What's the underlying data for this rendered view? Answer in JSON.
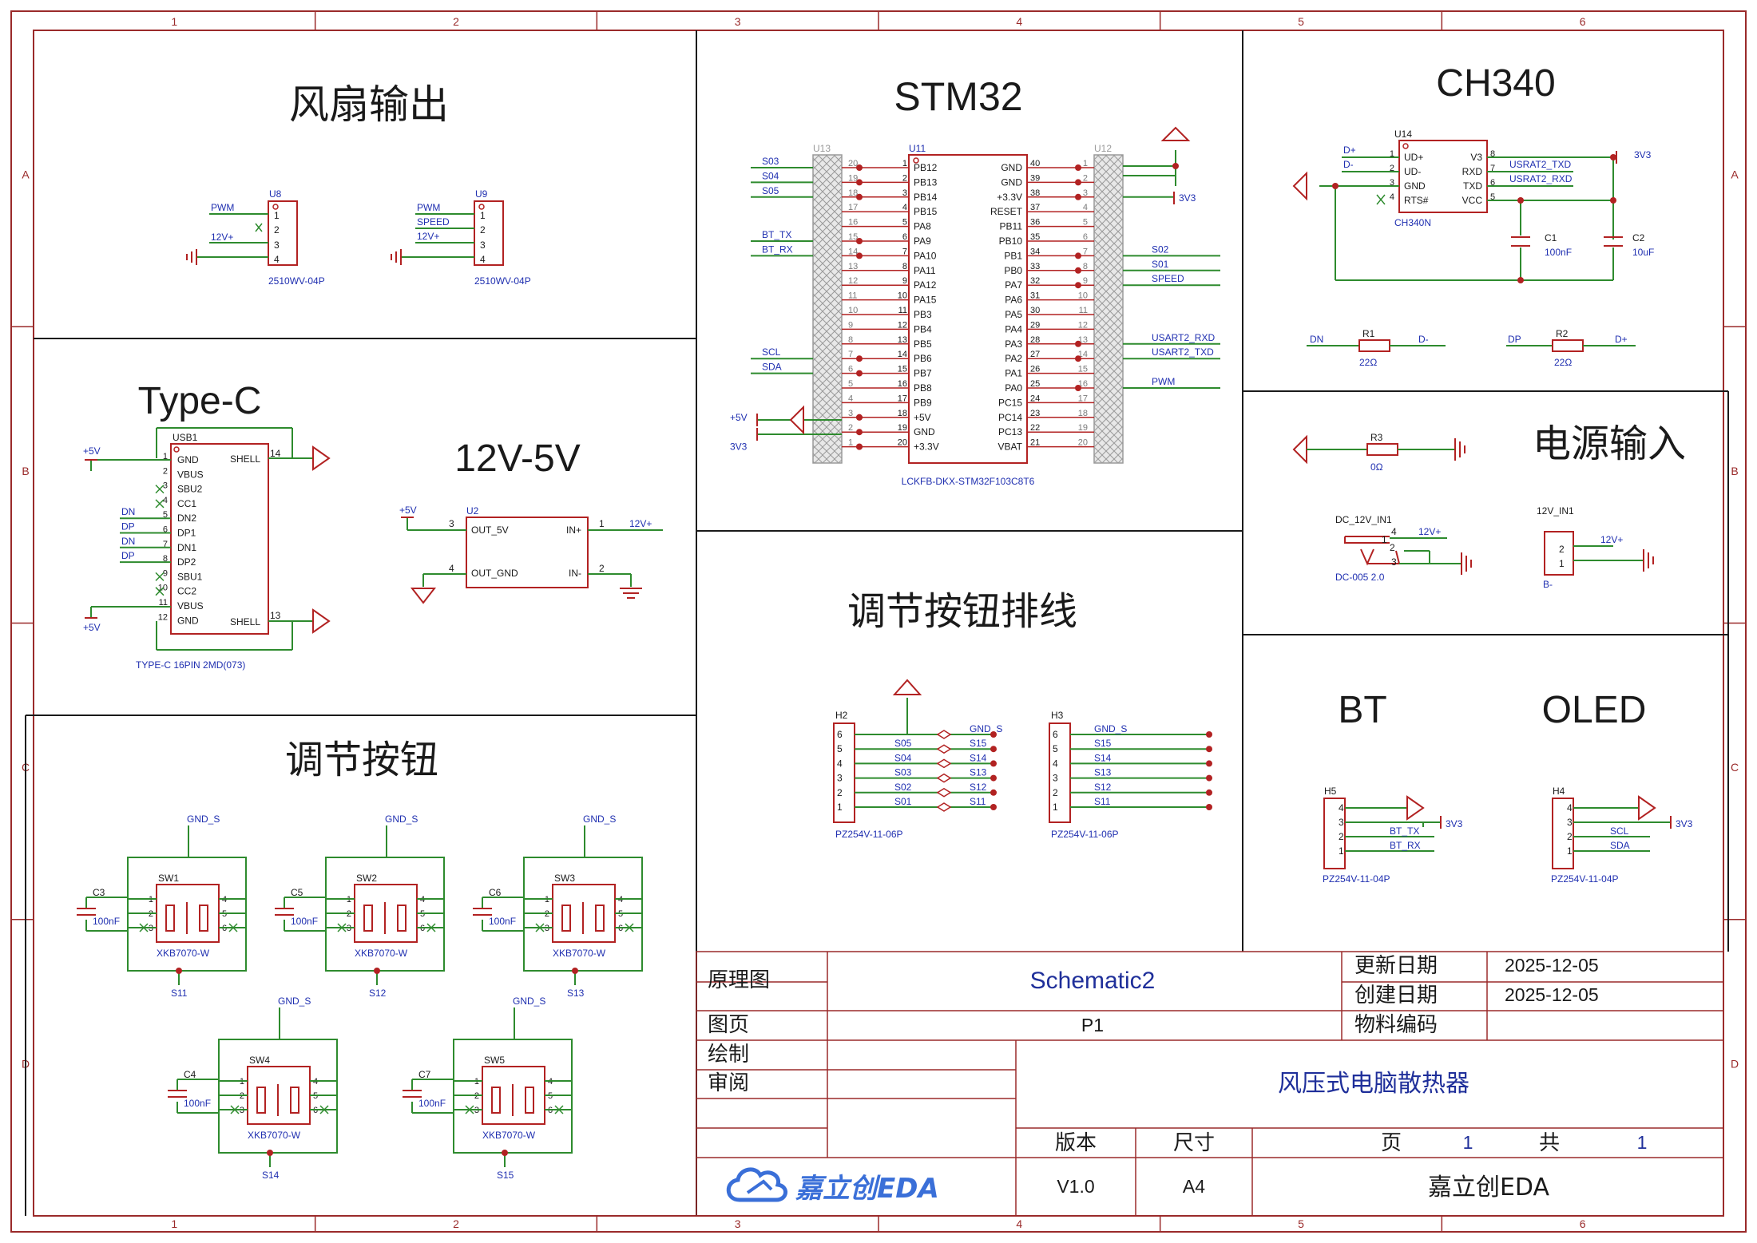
{
  "colors": {
    "frame": "#9a2a2a",
    "wire": "#2e8b2e",
    "net": "#1f2fb0",
    "symbol": "#b22222",
    "title_text": "#1a1a1a",
    "block_text": "#1f2f9a",
    "hatch": "#b8b8b8"
  },
  "icons": [
    "ground-icon",
    "power-flag-icon",
    "no-connect-icon",
    "cloud-logo-icon"
  ],
  "frame": {
    "columns": [
      "1",
      "2",
      "3",
      "4",
      "5",
      "6"
    ],
    "rows": [
      "A",
      "B",
      "C",
      "D"
    ]
  },
  "sections": {
    "fan": "风扇输出",
    "stm32": "STM32",
    "ch340": "CH340",
    "typec": "Type-C",
    "buck": "12V-5V",
    "power": "电源输入",
    "header": "调节按钮排线",
    "buttons": "调节按钮",
    "bt": "BT",
    "oled": "OLED"
  },
  "fan": {
    "u8": {
      "ref": "U8",
      "part": "2510WV-04P",
      "pins": [
        "1",
        "2",
        "3",
        "4"
      ],
      "nets": [
        "PWM",
        "12V+"
      ]
    },
    "u9": {
      "ref": "U9",
      "part": "2510WV-04P",
      "pins": [
        "1",
        "2",
        "3",
        "4"
      ],
      "nets": [
        "PWM",
        "SPEED",
        "12V+"
      ]
    }
  },
  "stm32": {
    "ref": "U11",
    "left_hdr": "U13",
    "right_hdr": "U12",
    "part": "LCKFB-DKX-STM32F103C8T6",
    "left_pins": [
      "PB12",
      "PB13",
      "PB14",
      "PB15",
      "PA8",
      "PA9",
      "PA10",
      "PA11",
      "PA12",
      "PA15",
      "PB3",
      "PB4",
      "PB5",
      "PB6",
      "PB7",
      "PB8",
      "PB9",
      "+5V",
      "GND",
      "+3.3V"
    ],
    "right_pins": [
      "GND",
      "GND",
      "+3.3V",
      "RESET",
      "PB11",
      "PB10",
      "PB1",
      "PB0",
      "PA7",
      "PA6",
      "PA5",
      "PA4",
      "PA3",
      "PA2",
      "PA1",
      "PA0",
      "PC15",
      "PC14",
      "PC13",
      "VBAT"
    ],
    "left_nums": [
      "1",
      "2",
      "3",
      "4",
      "5",
      "6",
      "7",
      "8",
      "9",
      "10",
      "11",
      "12",
      "13",
      "14",
      "15",
      "16",
      "17",
      "18",
      "19",
      "20"
    ],
    "right_nums": [
      "40",
      "39",
      "38",
      "37",
      "36",
      "35",
      "34",
      "33",
      "32",
      "31",
      "30",
      "29",
      "28",
      "27",
      "26",
      "25",
      "24",
      "23",
      "22",
      "21"
    ],
    "left_hdr_nums": [
      "20",
      "19",
      "18",
      "17",
      "16",
      "15",
      "14",
      "13",
      "12",
      "11",
      "10",
      "9",
      "8",
      "7",
      "6",
      "5",
      "4",
      "3",
      "2",
      "1"
    ],
    "right_hdr_nums": [
      "1",
      "2",
      "3",
      "4",
      "5",
      "6",
      "7",
      "8",
      "9",
      "10",
      "11",
      "12",
      "13",
      "14",
      "15",
      "16",
      "17",
      "18",
      "19",
      "20"
    ],
    "left_nets": [
      "S03",
      "S04",
      "S05",
      "",
      "",
      "BT_TX",
      "BT_RX",
      "",
      "",
      "",
      "",
      "",
      "",
      "SCL",
      "SDA",
      "",
      "",
      "+5V",
      "",
      "3V3"
    ],
    "right_nets": [
      "",
      "",
      "3V3",
      "",
      "",
      "",
      "S02",
      "S01",
      "SPEED",
      "",
      "",
      "",
      "USART2_RXD",
      "USART2_TXD",
      "",
      "PWM",
      "",
      "",
      "",
      ""
    ]
  },
  "ch340": {
    "ref": "U14",
    "part": "CH340N",
    "left_pins": [
      "UD+",
      "UD-",
      "GND",
      "RTS#"
    ],
    "right_pins": [
      "V3",
      "RXD",
      "TXD",
      "VCC"
    ],
    "left_nums": [
      "1",
      "2",
      "3",
      "4"
    ],
    "right_nums": [
      "8",
      "7",
      "6",
      "5"
    ],
    "nets": {
      "dp": "D+",
      "dm": "D-",
      "v3": "3V3",
      "rxd": "USRAT2_TXD",
      "txd": "USRAT2_RXD"
    },
    "c1": {
      "ref": "C1",
      "value": "100nF"
    },
    "c2": {
      "ref": "C2",
      "value": "10uF"
    },
    "r1": {
      "ref": "R1",
      "value": "22Ω",
      "a": "DN",
      "b": "D-"
    },
    "r2": {
      "ref": "R2",
      "value": "22Ω",
      "a": "DP",
      "b": "D+"
    }
  },
  "typec": {
    "ref": "USB1",
    "part": "TYPE-C 16PIN 2MD(073)",
    "left_pins": [
      "GND",
      "VBUS",
      "SBU2",
      "CC1",
      "DN2",
      "DP1",
      "DN1",
      "DP2",
      "SBU1",
      "CC2",
      "VBUS",
      "GND"
    ],
    "left_nums": [
      "1",
      "2",
      "3",
      "4",
      "5",
      "6",
      "7",
      "8",
      "9",
      "10",
      "11",
      "12"
    ],
    "left_nets": [
      "",
      "",
      "",
      "",
      "DN",
      "DP",
      "DN",
      "DP",
      "",
      "",
      "",
      ""
    ],
    "shell": "SHELL",
    "shell_nums": [
      "14",
      "13"
    ],
    "v5": "+5V"
  },
  "buck": {
    "ref": "U2",
    "pins": {
      "out5v": "OUT_5V",
      "outgnd": "OUT_GND",
      "inp": "IN+",
      "inn": "IN-"
    },
    "nums": [
      "3",
      "4",
      "1",
      "2"
    ],
    "v5": "+5V",
    "v12": "12V+"
  },
  "power": {
    "r3": {
      "ref": "R3",
      "value": "0Ω"
    },
    "dc": {
      "ref": "DC_12V_IN1",
      "part": "DC-005 2.0",
      "nums": [
        "4",
        "1",
        "2",
        "3"
      ],
      "net": "12V+"
    },
    "in2": {
      "ref": "12V_IN1",
      "nums": [
        "2",
        "1"
      ],
      "net": "12V+",
      "label": "B-"
    }
  },
  "header": {
    "h2": {
      "ref": "H2",
      "part": "PZ254V-11-06P",
      "nums": [
        "6",
        "5",
        "4",
        "3",
        "2",
        "1"
      ],
      "left": [
        "",
        "S05",
        "S04",
        "S03",
        "S02",
        "S01"
      ],
      "right": [
        "GND_S",
        "S15",
        "S14",
        "S13",
        "S12",
        "S11"
      ]
    },
    "h3": {
      "ref": "H3",
      "part": "PZ254V-11-06P",
      "nums": [
        "6",
        "5",
        "4",
        "3",
        "2",
        "1"
      ],
      "nets": [
        "GND_S",
        "S15",
        "S14",
        "S13",
        "S12",
        "S11"
      ]
    }
  },
  "buttons": [
    {
      "sw": "SW1",
      "cap": "C3",
      "value": "100nF",
      "part": "XKB7070-W",
      "gnd": "GND_S",
      "net": "S11"
    },
    {
      "sw": "SW2",
      "cap": "C5",
      "value": "100nF",
      "part": "XKB7070-W",
      "gnd": "GND_S",
      "net": "S12"
    },
    {
      "sw": "SW3",
      "cap": "C6",
      "value": "100nF",
      "part": "XKB7070-W",
      "gnd": "GND_S",
      "net": "S13"
    },
    {
      "sw": "SW4",
      "cap": "C4",
      "value": "100nF",
      "part": "XKB7070-W",
      "gnd": "GND_S",
      "net": "S14"
    },
    {
      "sw": "SW5",
      "cap": "C7",
      "value": "100nF",
      "part": "XKB7070-W",
      "gnd": "GND_S",
      "net": "S15"
    }
  ],
  "sw_pins": [
    "1",
    "2",
    "3",
    "4",
    "5",
    "6"
  ],
  "bt": {
    "ref": "H5",
    "part": "PZ254V-11-04P",
    "nums": [
      "4",
      "3",
      "2",
      "1"
    ],
    "nets": [
      "3V3",
      "BT_TX",
      "BT_RX"
    ]
  },
  "oled": {
    "ref": "H4",
    "part": "PZ254V-11-04P",
    "nums": [
      "4",
      "3",
      "2",
      "1"
    ],
    "nets": [
      "3V3",
      "SCL",
      "SDA"
    ]
  },
  "titleblock": {
    "k_diagram": "原理图",
    "v_diagram": "Schematic2",
    "k_updated": "更新日期",
    "v_updated": "2025-12-05",
    "k_created": "创建日期",
    "v_created": "2025-12-05",
    "k_page": "图页",
    "v_page": "P1",
    "k_part": "物料编码",
    "k_drawn": "绘制",
    "k_review": "审阅",
    "project": "风压式电脑散热器",
    "k_version": "版本",
    "k_size": "尺寸",
    "k_pg": "页",
    "v_pg": "1",
    "k_total": "共",
    "v_total": "1",
    "v_version": "V1.0",
    "v_size": "A4",
    "company": "嘉立创EDA",
    "logo": "嘉立创EDA"
  }
}
